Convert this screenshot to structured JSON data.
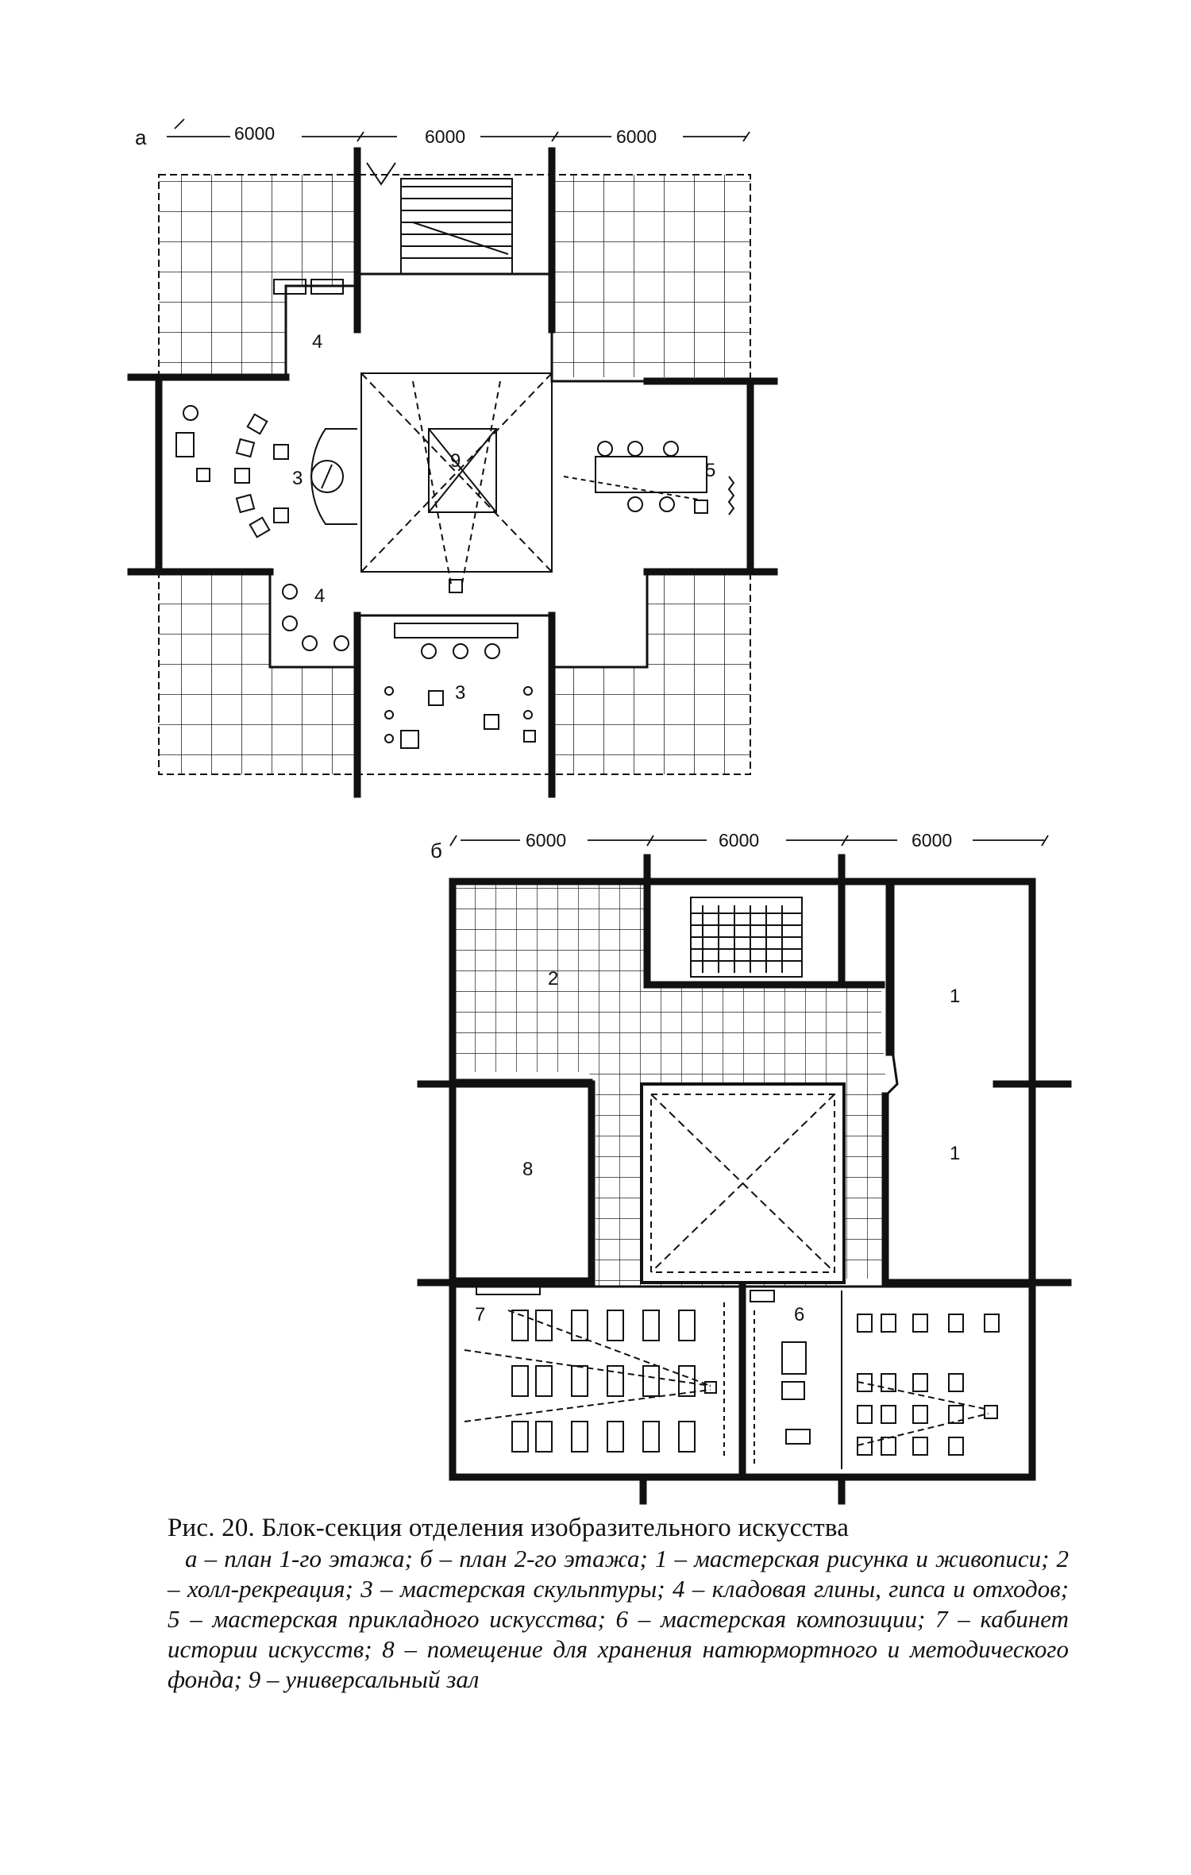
{
  "plan_a": {
    "letter": "а",
    "dimensions": [
      "6000",
      "6000",
      "6000"
    ],
    "rooms": [
      "4",
      "3",
      "9",
      "5",
      "4",
      "3"
    ]
  },
  "plan_b": {
    "letter": "б",
    "dimensions": [
      "6000",
      "6000",
      "6000"
    ],
    "rooms": [
      "2",
      "1",
      "1",
      "8",
      "7",
      "6"
    ]
  },
  "caption": {
    "title": "Рис. 20. Блок-секция отделения изобразительного искусства",
    "body": "а – план 1-го этажа; б – план 2-го этажа; 1 – мастерская рисунка и живописи; 2 – холл-рекреация; 3 – мастерская скульптуры; 4 – кладовая глины, гипса и отходов; 5 – мастерская прикладного искусства; 6 – мастерская композиции; 7 – кабинет истории искусств; 8 – помещение для хранения натюрмортного и методического фонда; 9 – универсальный зал"
  }
}
